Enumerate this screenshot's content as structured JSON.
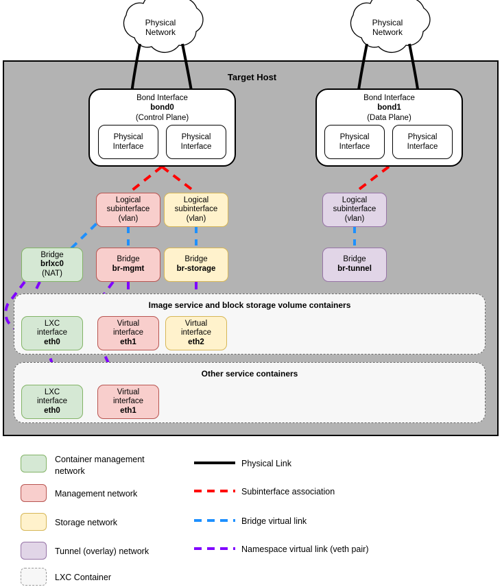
{
  "diagram": {
    "title": "Target Host",
    "clouds": [
      {
        "id": "cloud-left",
        "line1": "Physical",
        "line2": "Network"
      },
      {
        "id": "cloud-right",
        "line1": "Physical",
        "line2": "Network"
      }
    ],
    "bonds": [
      {
        "id": "bond0",
        "title": "Bond Interface",
        "name": "bond0",
        "role": "(Control Plane)",
        "physical_interfaces": [
          {
            "line1": "Physical",
            "line2": "Interface"
          },
          {
            "line1": "Physical",
            "line2": "Interface"
          }
        ]
      },
      {
        "id": "bond1",
        "title": "Bond Interface",
        "name": "bond1",
        "role": "(Data Plane)",
        "physical_interfaces": [
          {
            "line1": "Physical",
            "line2": "Interface"
          },
          {
            "line1": "Physical",
            "line2": "Interface"
          }
        ]
      }
    ],
    "subinterfaces": [
      {
        "id": "subif-mgmt",
        "line1": "Logical",
        "line2": "subinterface",
        "line3": "(vlan)",
        "color": "red"
      },
      {
        "id": "subif-storage",
        "line1": "Logical",
        "line2": "subinterface",
        "line3": "(vlan)",
        "color": "yellow"
      },
      {
        "id": "subif-tunnel",
        "line1": "Logical",
        "line2": "subinterface",
        "line3": "(vlan)",
        "color": "purple"
      }
    ],
    "bridges": [
      {
        "id": "bridge-brlxc0",
        "label": "Bridge",
        "name": "brlxc0",
        "note": "(NAT)",
        "color": "green"
      },
      {
        "id": "bridge-br-mgmt",
        "label": "Bridge",
        "name": "br-mgmt",
        "note": "",
        "color": "red"
      },
      {
        "id": "bridge-br-storage",
        "label": "Bridge",
        "name": "br-storage",
        "note": "",
        "color": "yellow"
      },
      {
        "id": "bridge-br-tunnel",
        "label": "Bridge",
        "name": "br-tunnel",
        "note": "",
        "color": "purple"
      }
    ],
    "container_groups": [
      {
        "id": "group-image-block",
        "title": "Image service and block storage volume containers",
        "interfaces": [
          {
            "id": "iface-eth0-a",
            "line1": "LXC",
            "line2": "interface",
            "name": "eth0",
            "color": "green"
          },
          {
            "id": "iface-eth1-a",
            "line1": "Virtual",
            "line2": "interface",
            "name": "eth1",
            "color": "red"
          },
          {
            "id": "iface-eth2-a",
            "line1": "Virtual",
            "line2": "interface",
            "name": "eth2",
            "color": "yellow"
          }
        ]
      },
      {
        "id": "group-other",
        "title": "Other service containers",
        "interfaces": [
          {
            "id": "iface-eth0-b",
            "line1": "LXC",
            "line2": "interface",
            "name": "eth0",
            "color": "green"
          },
          {
            "id": "iface-eth1-b",
            "line1": "Virtual",
            "line2": "interface",
            "name": "eth1",
            "color": "red"
          }
        ]
      }
    ]
  },
  "legend": {
    "networks": [
      {
        "id": "legend-container-mgmt",
        "label": "Container management network",
        "label_line1": "Container management",
        "label_line2": "network",
        "fill": "#d5e8d4",
        "stroke": "#82b366"
      },
      {
        "id": "legend-mgmt",
        "label": "Management network",
        "label_line1": "Management network",
        "label_line2": "",
        "fill": "#f8cecc",
        "stroke": "#b85450"
      },
      {
        "id": "legend-storage",
        "label": "Storage network",
        "label_line1": "Storage network",
        "label_line2": "",
        "fill": "#fff2cc",
        "stroke": "#d6b656"
      },
      {
        "id": "legend-tunnel",
        "label": "Tunnel (overlay) network",
        "label_line1": "Tunnel (overlay) network",
        "label_line2": "",
        "fill": "#e1d5e7",
        "stroke": "#9673a6"
      },
      {
        "id": "legend-lxc-container",
        "label": "LXC Container",
        "label_line1": "LXC Container",
        "label_line2": "",
        "fill": "#f7f7f7",
        "stroke": "#999999"
      }
    ],
    "links": [
      {
        "id": "legend-physical-link",
        "label": "Physical Link",
        "color": "#000000",
        "style": "solid"
      },
      {
        "id": "legend-subif-assoc",
        "label": "Subinterface association",
        "color": "#ff0000",
        "style": "dashed"
      },
      {
        "id": "legend-bridge-link",
        "label": "Bridge virtual link",
        "color": "#1e90ff",
        "style": "dashed"
      },
      {
        "id": "legend-veth-link",
        "label": "Namespace virtual link (veth pair)",
        "color": "#8000ff",
        "style": "dashed"
      }
    ]
  }
}
